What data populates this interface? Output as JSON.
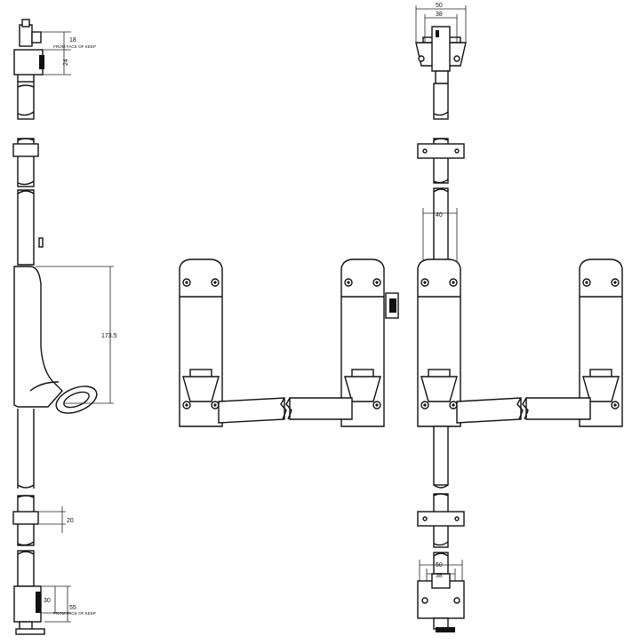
{
  "colors": {
    "line": "#111111",
    "background": "#ffffff"
  },
  "dimensions": {
    "top_keep_gap": "18",
    "top_keep_gap_note": "FROM FACE OF KEEP",
    "top_keep_height": "24",
    "head_height": "173.5",
    "bottom_guide": "20",
    "bottom_keep_height": "30",
    "bottom_keep_gap": "55",
    "bottom_keep_gap_note": "FROM FACE OF KEEP",
    "top_keep_outer_width": "50",
    "top_keep_inner_width": "38",
    "rod_spacing": "40",
    "bottom_keep_outer_width": "50",
    "bottom_keep_inner_width": "38"
  }
}
